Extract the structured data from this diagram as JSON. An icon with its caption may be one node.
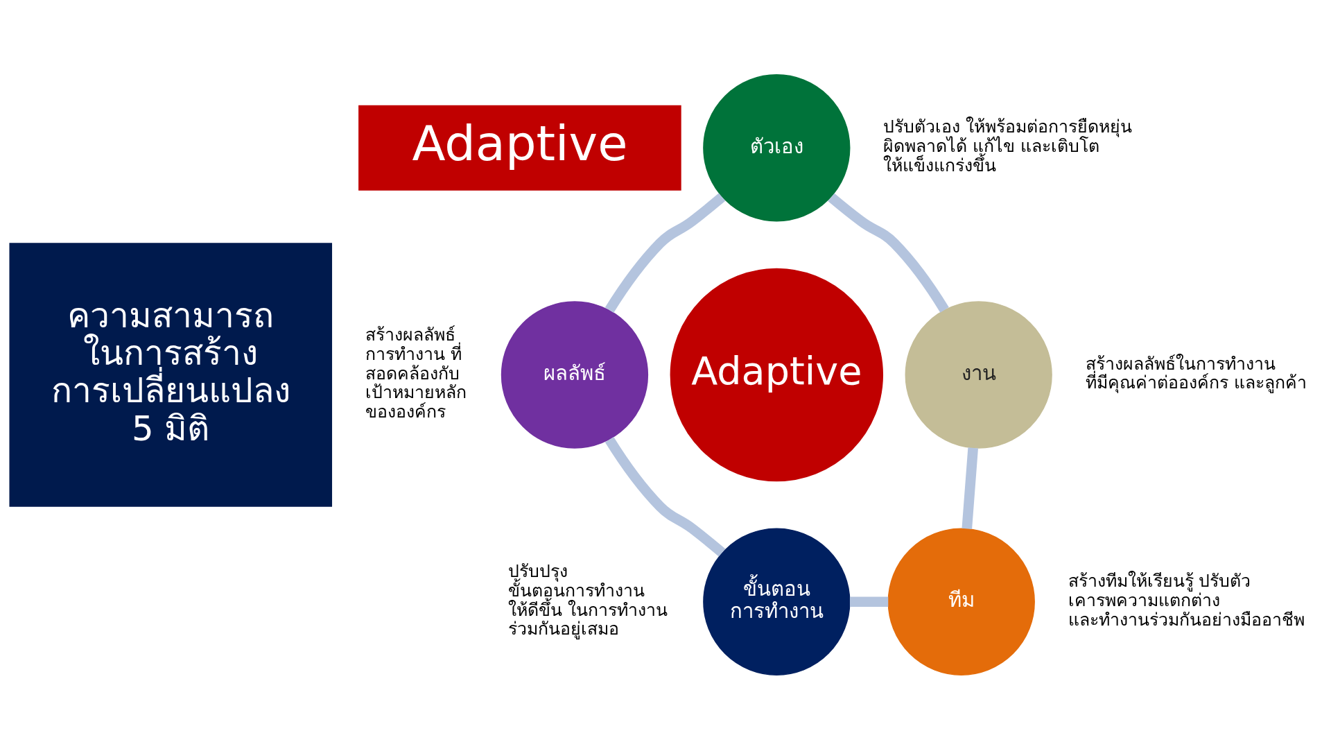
{
  "diagram": {
    "nodes": [
      {
        "text": [
          "Adaptive"
        ]
      },
      {
        "text": [
          "ความสามารถ ในการสร้าง การเปลี่ยนแปลง 5 มิติ"
        ]
      },
      {
        "text": [
          "ตัวเอง"
        ],
        "beside": [
          "ปรับตัวเอง ให้พร้อมต่อการยืดหยุ่น ผิดพลาดได้ แก้ไข และเติบโต ให้แข็งแกร่งขึ้น"
        ]
      },
      {
        "text": [
          "งาน"
        ],
        "beside": [
          "สร้างผลลัพธ์ในการทำงาน ที่มีคุณค่าต่อองค์กร และลูกค้า"
        ]
      },
      {
        "text": [
          "ทีม"
        ],
        "beside": [
          "สร้างทีมให้เรียนรู้ ปรับตัว เคารพความแตกต่าง และทำงานร่วมกันอย่างมืออาชีพ"
        ]
      },
      {
        "text": [
          "ขั้นตอน การทำงาน"
        ],
        "beside": [
          "ปรับปรุง ขั้นตอนการทำงาน ให้ดีขึ้น ในการทำงาน ร่วมกันอยู่เสมอ"
        ]
      },
      {
        "text": [
          "ผลลัพธ์"
        ],
        "beside": [
          "สร้างผลลัพธ์ การทำงาน ที่ สอดคล้องกับ เป้าหมายหลัก ขององค์กร"
        ]
      },
      {
        "text": [
          "Adaptive"
        ]
      }
    ],
    "edges": [
      {
        "from": 2,
        "to": 3,
        "arrow": "none"
      },
      {
        "from": 3,
        "to": 4,
        "arrow": "none"
      },
      {
        "from": 4,
        "to": 5,
        "arrow": "none"
      },
      {
        "from": 5,
        "to": 6,
        "arrow": "none"
      },
      {
        "from": 6,
        "to": 2,
        "arrow": "none"
      }
    ]
  }
}
